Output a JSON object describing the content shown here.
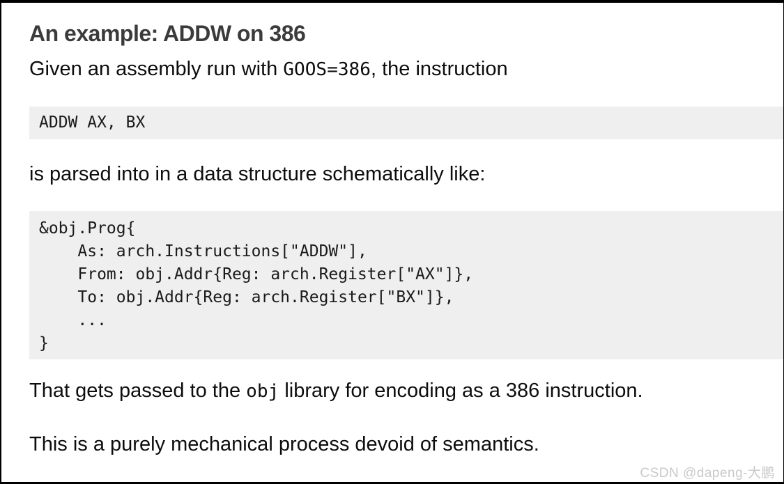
{
  "page": {
    "title": "An example: ADDW on 386",
    "paragraph1": {
      "prefix": "Given an assembly run with ",
      "code": "GOOS=386",
      "suffix": ", the instruction"
    },
    "code_block_1": "ADDW AX, BX",
    "paragraph2": "is parsed into in a data structure schematically like:",
    "code_block_2": "&obj.Prog{\n    As: arch.Instructions[\"ADDW\"],\n    From: obj.Addr{Reg: arch.Register[\"AX\"]},\n    To: obj.Addr{Reg: arch.Register[\"BX\"]},\n    ...\n}",
    "paragraph3": {
      "prefix": "That gets passed to the ",
      "code": "obj",
      "suffix": " library for encoding as a 386 instruction."
    },
    "paragraph4": "This is a purely mechanical process devoid of semantics.",
    "watermark": "CSDN @dapeng-大鹏"
  },
  "colors": {
    "title_text": "#3b3b3b",
    "body_text": "#0d0d0d",
    "code_text": "#1a1a1a",
    "code_background": "#efefef",
    "watermark_text": "#c9c9c9",
    "frame_border": "#000000"
  }
}
